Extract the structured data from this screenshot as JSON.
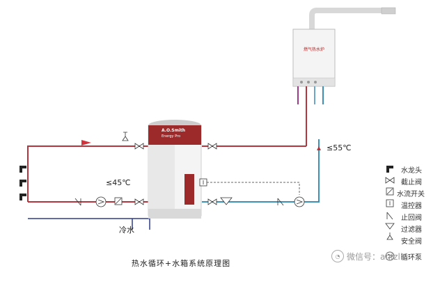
{
  "colors": {
    "hot_line": "#b5343c",
    "cold_line": "#3e8fb6",
    "return_line": "#2e3b86",
    "tank_red": "#9c2a2a",
    "boiler_white": "#f4f4f4"
  },
  "caption": "热水循环+水箱系统原理图",
  "labels": {
    "temp_45": "≤45℃",
    "temp_55": "≤55℃",
    "cold_water": "冷水",
    "boiler_name": "燃气热水炉",
    "tank_brand": "A.O.Smith",
    "tank_model": "Energy Pro"
  },
  "legend": [
    {
      "icon": "faucet-icon",
      "label": "水龙头"
    },
    {
      "icon": "shutoff-valve-icon",
      "label": "截止阀"
    },
    {
      "icon": "flow-switch-icon",
      "label": "水流开关"
    },
    {
      "icon": "thermostat-icon",
      "label": "温控器"
    },
    {
      "icon": "check-valve-icon",
      "label": "止回阀"
    },
    {
      "icon": "filter-icon",
      "label": "过滤器"
    },
    {
      "icon": "safety-valve-icon",
      "label": "安全阀"
    },
    {
      "icon": "pump-icon",
      "label": "循环泵"
    }
  ],
  "watermark": "微信号：ahfzlk"
}
